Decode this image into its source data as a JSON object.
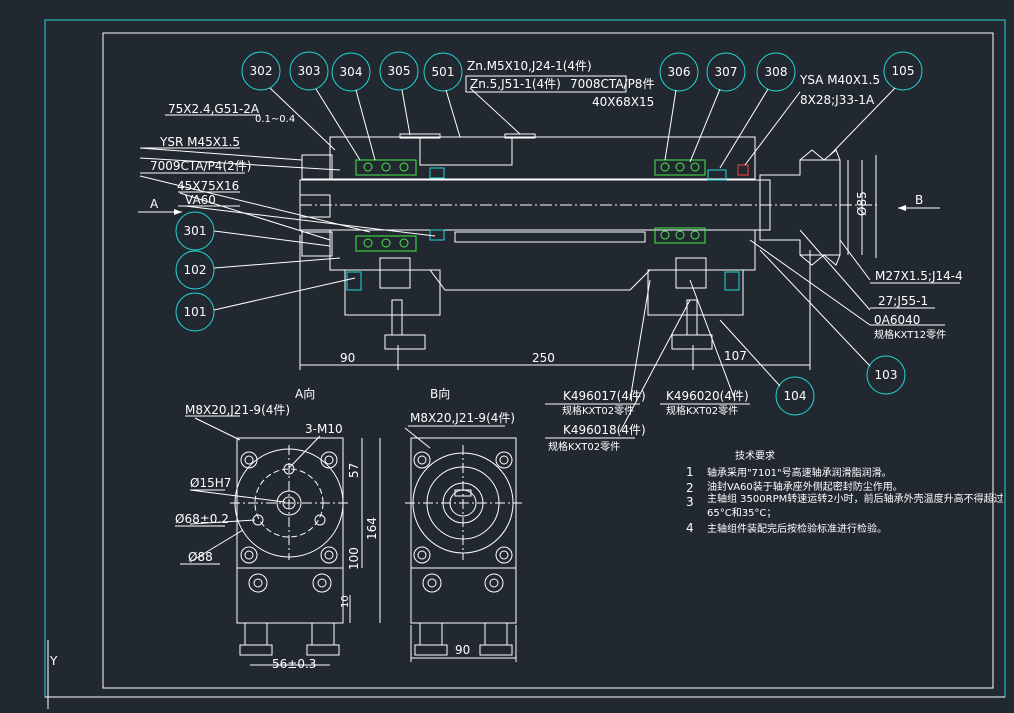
{
  "balloons": [
    "302",
    "303",
    "304",
    "305",
    "501",
    "306",
    "307",
    "308",
    "105",
    "301",
    "102",
    "101",
    "104",
    "103"
  ],
  "labels": {
    "zn1": "Zn.M5X10,J24-1(4件)",
    "zn2": "Zn.5,J51-1(4件)",
    "b7008": "7008CTA/P8件",
    "size40": "40X68X15",
    "ysa": "YSA M40X1.5",
    "key8": "8X28;J33-1A",
    "ring75": "75X2.4,G51-2A",
    "gap": "0.1~0.4",
    "ysr": "YSR M45X1.5",
    "b7009": "7009CTA/P4(2件)",
    "seal45": "45X75X16",
    "va60": "VA60",
    "arrowA": "A",
    "arrowB": "B",
    "dia85": "Ø85",
    "m27": "M27X1.5;J14-4",
    "j27": "27;J55-1",
    "oa": "0A6040",
    "kxt12": "规格KXT12零件",
    "k17": "K496017(4件)",
    "k17s": "规格KXT02零件",
    "k20": "K496020(4件)",
    "k20s": "规格KXT02零件",
    "k18": "K496018(4件)",
    "k18s": "规格KXT02零件",
    "viewA": "A向",
    "viewB": "B向",
    "m8a": "M8X20,J21-9(4件)",
    "m8b": "M8X20,J21-9(4件)",
    "m10": "3-M10",
    "d15": "Ø15H7",
    "d68": "Ø68±0.2",
    "d88": "Ø88",
    "y": "Y"
  },
  "dims": {
    "d90": "90",
    "d250": "250",
    "d107": "107",
    "d57": "57",
    "d164": "164",
    "d100": "100",
    "d10": "10",
    "d56": "56±0.3",
    "d90b": "90"
  },
  "notes": {
    "title": "技术要求",
    "n1": "1",
    "t1": "轴承采用\"7101\"号高速轴承润滑脂润滑。",
    "n2": "2",
    "t2": "油封VA60装于轴承座外侧起密封防尘作用。",
    "n3": "3",
    "t3a": "主轴组 3500RPM转速运转2小时，前后轴承外壳温度升高不得超过",
    "t3b": "65°C和35°C；",
    "n4": "4",
    "t4": "主轴组件装配完后按检验标准进行检验。"
  },
  "colors": {
    "background": "#212830",
    "outline": "#ffffff",
    "frame": "#22d7d7",
    "bearing": "#46ec46",
    "accent": "#ff4040"
  }
}
